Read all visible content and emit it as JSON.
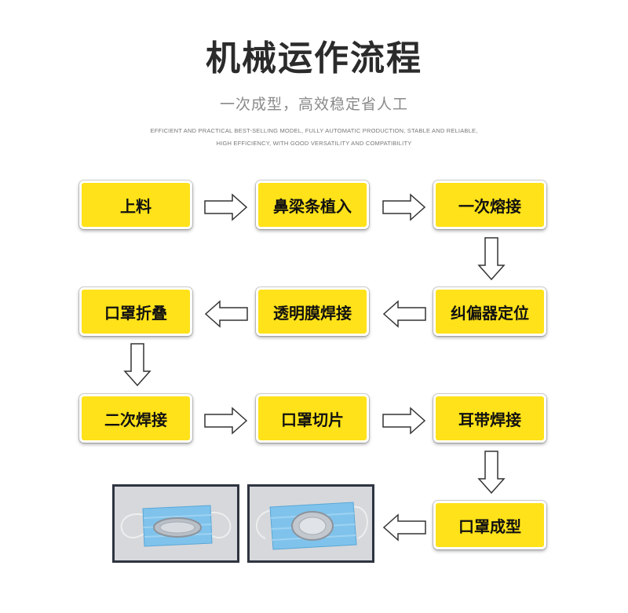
{
  "header": {
    "title": "机械运作流程",
    "subtitle": "一次成型，高效稳定省人工",
    "english_line1": "EFFICIENT AND PRACTICAL BEST-SELLING MODEL, FULLY AUTOMATIC PRODUCTION, STABLE AND RELIABLE,",
    "english_line2": "HIGH EFFICIENCY, WITH GOOD VERSATILITY AND COMPATIBILITY"
  },
  "steps": {
    "s1": "上料",
    "s2": "鼻梁条植入",
    "s3": "一次熔接",
    "s4": "纠偏器定位",
    "s5": "透明膜焊接",
    "s6": "口罩折叠",
    "s7": "二次焊接",
    "s8": "口罩切片",
    "s9": "耳带焊接",
    "s10": "口罩成型"
  },
  "colors": {
    "step_fill": "#ffe219",
    "arrow_stroke": "#333333",
    "photo_border": "#2e3440"
  }
}
